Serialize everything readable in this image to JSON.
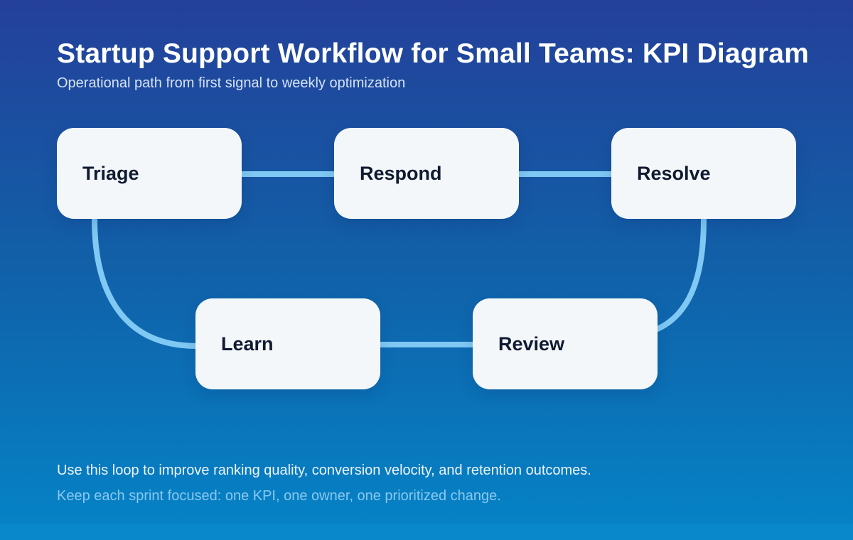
{
  "header": {
    "title": "Startup Support Workflow for Small Teams: KPI Diagram",
    "subtitle": "Operational path from first signal to weekly optimization"
  },
  "diagram": {
    "nodes": [
      {
        "id": "triage",
        "label": "Triage"
      },
      {
        "id": "respond",
        "label": "Respond"
      },
      {
        "id": "resolve",
        "label": "Resolve"
      },
      {
        "id": "learn",
        "label": "Learn"
      },
      {
        "id": "review",
        "label": "Review"
      }
    ],
    "edges": [
      {
        "from": "Triage",
        "to": "Respond"
      },
      {
        "from": "Respond",
        "to": "Resolve"
      },
      {
        "from": "Resolve",
        "to": "Review"
      },
      {
        "from": "Review",
        "to": "Learn"
      },
      {
        "from": "Learn",
        "to": "Triage"
      }
    ]
  },
  "footer": {
    "line1": "Use this loop to improve ranking quality, conversion velocity, and retention outcomes.",
    "line2": "Keep each sprint focused: one KPI, one owner, one prioritized change."
  },
  "colors": {
    "background_top": "#24409a",
    "background_mid": "#1160a8",
    "background_bottom": "#0584c7",
    "node_fill": "#f4f7fa",
    "node_text": "#101a30",
    "connector": "#7fc9f4",
    "title_text": "#ffffff",
    "subtitle_text": "#d5e2f3",
    "footer_line1": "#edf4fb",
    "footer_line2": "#88c8ef",
    "footer_bar": "#0a88cc"
  }
}
